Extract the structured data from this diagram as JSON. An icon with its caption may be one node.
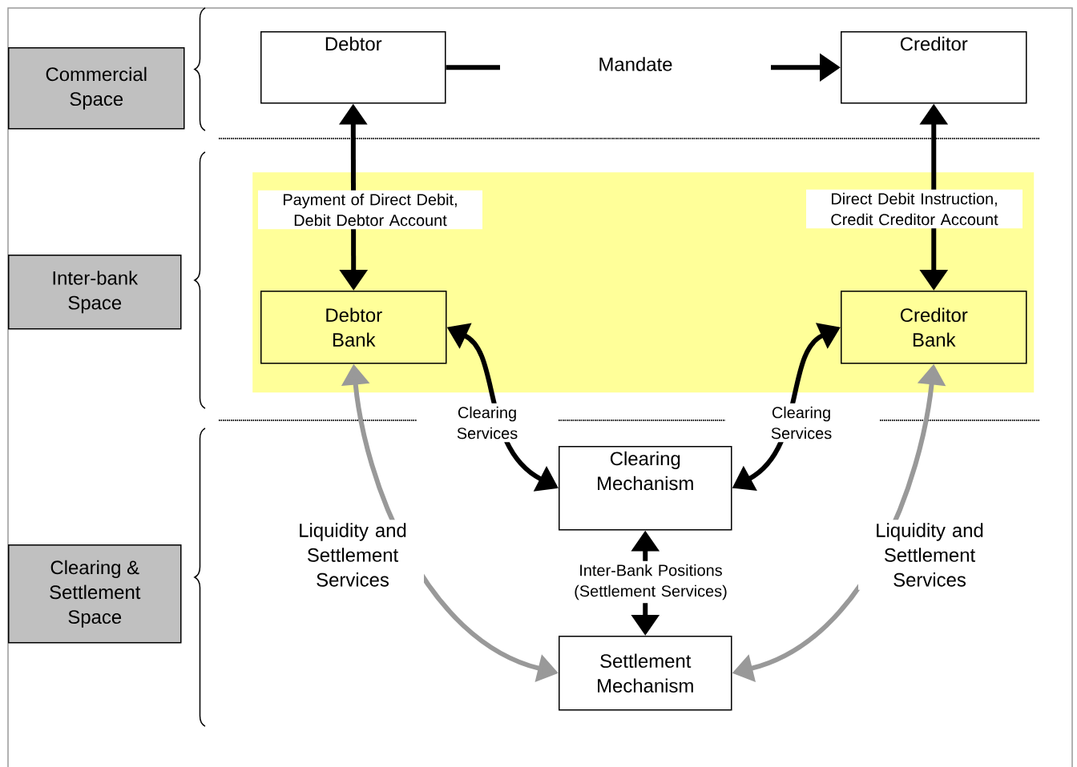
{
  "diagram": {
    "nodes": [
      {
        "text": [
          "Commercial Space"
        ]
      },
      {
        "text": [
          "Inter-bank Space"
        ]
      },
      {
        "text": [
          "Clearing & Settlement Space"
        ]
      },
      {
        "text": [],
        "shape": "box"
      },
      {
        "text": [
          "Debtor"
        ]
      },
      {
        "text": [
          "Creditor"
        ]
      },
      {
        "text": [
          "Debtor Bank"
        ],
        "in": 3
      },
      {
        "text": [
          "Creditor Bank"
        ],
        "in": 3
      },
      {
        "text": [
          "Clearing Mechanism"
        ]
      },
      {
        "text": [
          "Settlement Mechanism"
        ]
      }
    ],
    "edges": [
      {
        "from": 4,
        "to": 5,
        "arrow": "to",
        "label": "Mandate"
      },
      {
        "from": 6,
        "to": 4,
        "arrow": "both",
        "label": "Payment of Direct Debit, Debit Debtor Account"
      },
      {
        "from": 7,
        "to": 5,
        "arrow": "both",
        "label": "Direct Debit Instruction, Credit Creditor Account"
      },
      {
        "from": 6,
        "to": 8,
        "arrow": "both",
        "label": "Clearing Services"
      },
      {
        "from": 7,
        "to": 8,
        "arrow": "both",
        "label": "Clearing Services"
      },
      {
        "from": 8,
        "to": 9,
        "arrow": "both",
        "label": "Inter-Bank Positions (Settlement Services)"
      },
      {
        "from": 6,
        "to": 9,
        "arrow": "both",
        "label": "Liquidity and Settlement Services",
        "color": "#999999"
      },
      {
        "from": 7,
        "to": 9,
        "arrow": "both",
        "label": "Liquidity and Settlement Services",
        "color": "#999999"
      }
    ]
  }
}
